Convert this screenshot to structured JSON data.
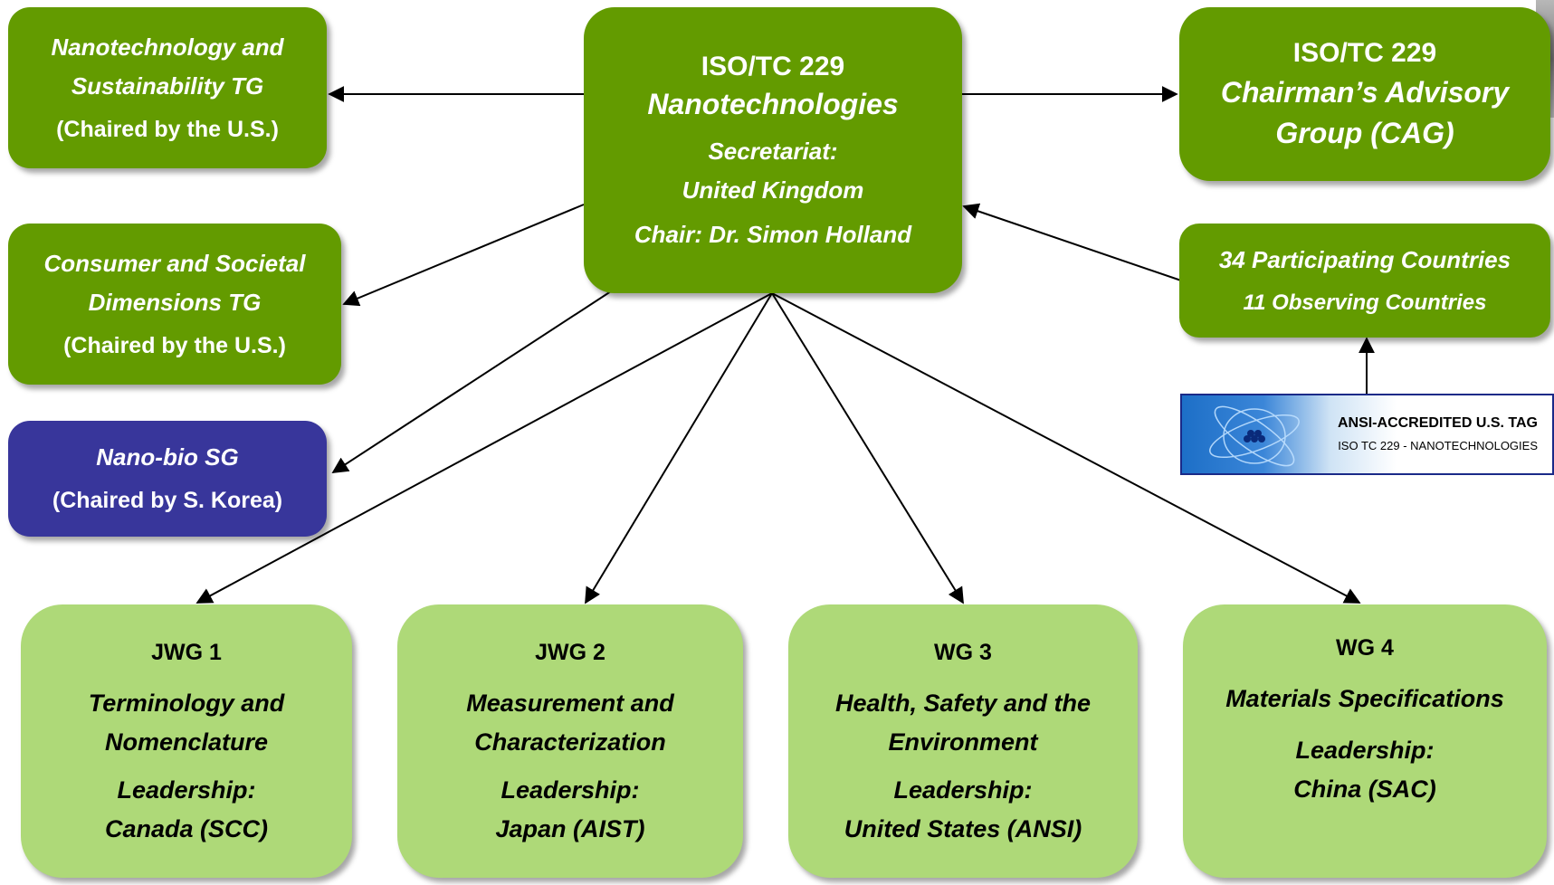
{
  "center": {
    "line1": "ISO/TC 229",
    "line2": "Nanotechnologies",
    "line3": "Secretariat:",
    "line4": "United Kingdom",
    "line5": "Chair: Dr. Simon Holland"
  },
  "cag": {
    "line1": "ISO/TC 229",
    "line2": "Chairman’s Advisory",
    "line3": "Group (CAG)"
  },
  "participants": {
    "line1": "34 Participating Countries",
    "line2": "11 Observing Countries"
  },
  "tag_logo": {
    "line1": "ANSI-ACCREDITED U.S. TAG",
    "line2": "ISO TC 229 - NANOTECHNOLOGIES"
  },
  "sustainability_tg": {
    "line1": "Nanotechnology and",
    "line2": "Sustainability TG",
    "line3": "(Chaired by the U.S.)"
  },
  "consumer_tg": {
    "line1": "Consumer and Societal",
    "line2": "Dimensions TG",
    "line3": "(Chaired by the U.S.)"
  },
  "nanobio_sg": {
    "line1": "Nano-bio SG",
    "line2": "(Chaired by S. Korea)"
  },
  "working_groups": [
    {
      "id": "JWG 1",
      "title1": "Terminology and",
      "title2": "Nomenclature",
      "lead1": "Leadership:",
      "lead2": "Canada (SCC)"
    },
    {
      "id": "JWG 2",
      "title1": "Measurement and",
      "title2": "Characterization",
      "lead1": "Leadership:",
      "lead2": "Japan (AIST)"
    },
    {
      "id": "WG 3",
      "title1": "Health, Safety and the",
      "title2": "Environment",
      "lead1": "Leadership:",
      "lead2": "United States (ANSI)"
    },
    {
      "id": "WG 4",
      "title1": "Materials Specifications",
      "lead1": "Leadership:",
      "lead2": "China (SAC)"
    }
  ],
  "colors": {
    "dark_green": "#639b00",
    "light_green": "#aed978",
    "blue": "#38369b"
  }
}
